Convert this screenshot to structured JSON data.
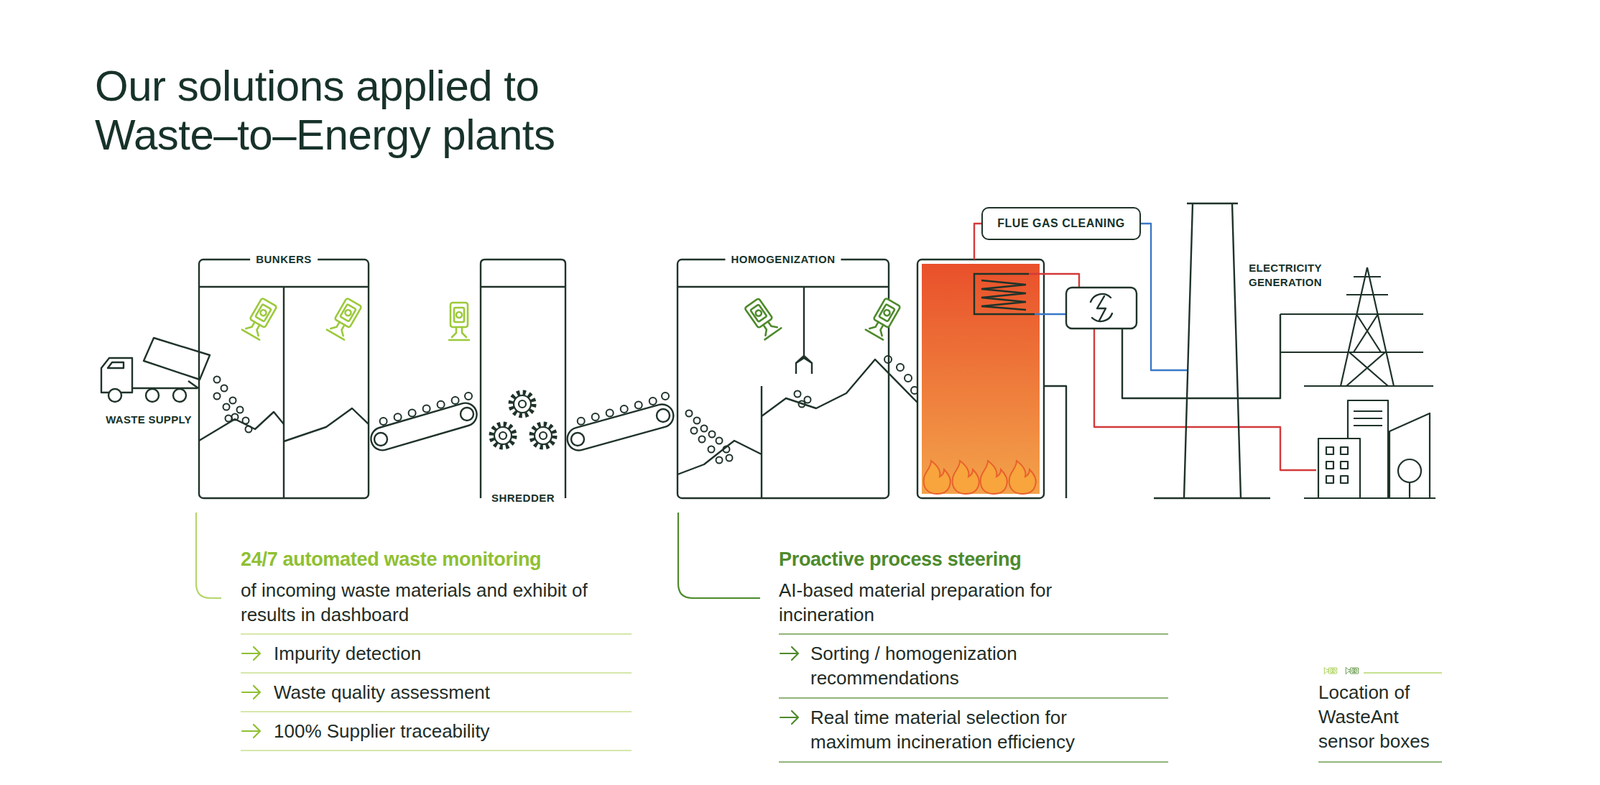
{
  "diagram": {
    "title": "Our solutions applied to Waste–to–Energy plants",
    "nodes": [
      {
        "text": [
          "BUNKERS"
        ]
      },
      {
        "text": [
          "SHREDDER"
        ]
      },
      {
        "text": [
          "HOMOGENIZATION"
        ]
      },
      {
        "text": [
          "FLUE GAS CLEANING"
        ]
      }
    ],
    "labels": [
      "WASTE SUPPLY",
      "ELECTRICITY GENERATION",
      "24/7 automated waste monitoring",
      "of incoming waste materials and exhibit of results in dashboard",
      "Impurity detection",
      "Waste quality assessment",
      "100% Supplier traceability",
      "Proactive process steering",
      "AI-based material preparation for incineration",
      "Sorting / homogenization recommendations",
      "Real time material selection for maximum incineration efficiency"
    ],
    "legend": [
      {
        "text": "Location of WasteAnt sensor boxes"
      }
    ]
  }
}
